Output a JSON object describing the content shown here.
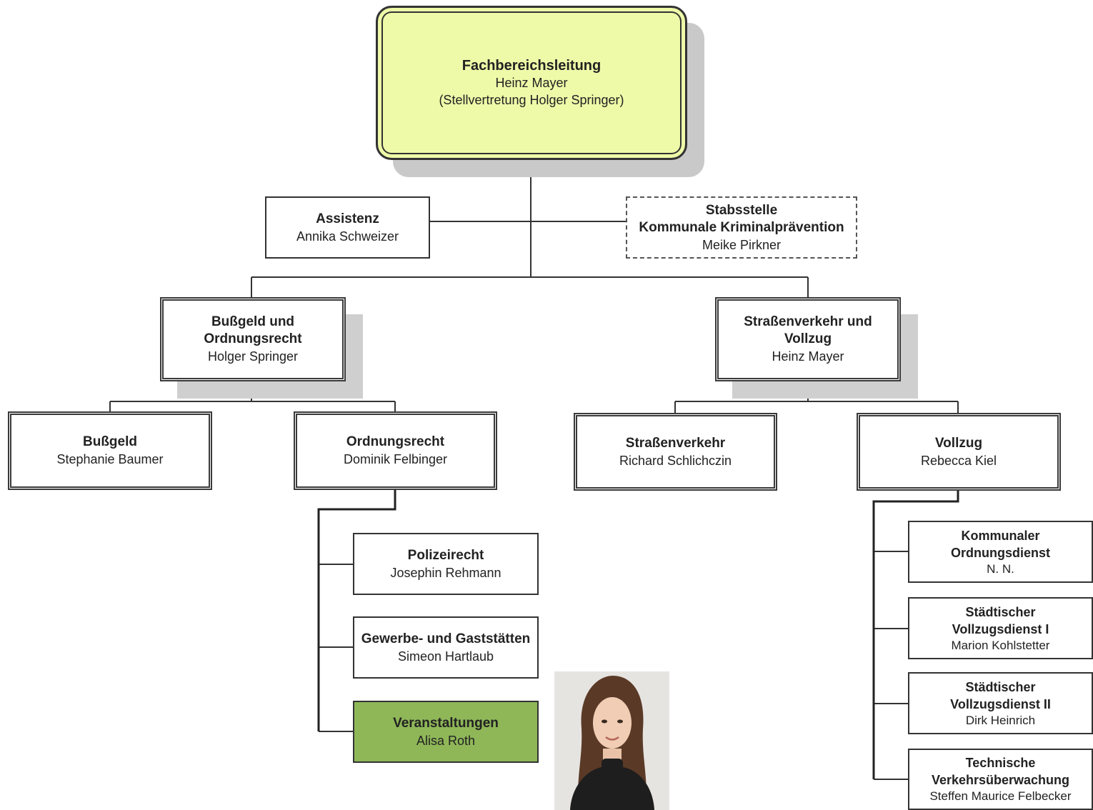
{
  "root": {
    "title": "Fachbereichsleitung",
    "person": "Heinz Mayer",
    "deputy": "(Stellvertretung Holger Springer)"
  },
  "assistenz": {
    "title": "Assistenz",
    "person": "Annika Schweizer"
  },
  "stabsstelle": {
    "title": "Stabsstelle\nKommunale Kriminalprävention",
    "person": "Meike Pirkner"
  },
  "division_left": {
    "title": "Bußgeld und\nOrdnungsrecht",
    "person": "Holger Springer"
  },
  "division_right": {
    "title": "Straßenverkehr und\nVollzug",
    "person": "Heinz Mayer"
  },
  "units": {
    "bussgeld": {
      "title": "Bußgeld",
      "person": "Stephanie Baumer"
    },
    "ordnungsrecht": {
      "title": "Ordnungsrecht",
      "person": "Dominik Felbinger"
    },
    "strassenverkehr": {
      "title": "Straßenverkehr",
      "person": "Richard Schlichczin"
    },
    "vollzug": {
      "title": "Vollzug",
      "person": "Rebecca Kiel"
    }
  },
  "ordnungsrecht_sub": [
    {
      "title": "Polizeirecht",
      "person": "Josephin Rehmann"
    },
    {
      "title": "Gewerbe- und Gaststätten",
      "person": "Simeon Hartlaub"
    },
    {
      "title": "Veranstaltungen",
      "person": "Alisa Roth"
    }
  ],
  "vollzug_sub": [
    {
      "title": "Kommunaler\nOrdnungsdienst",
      "person": "N. N."
    },
    {
      "title": "Städtischer\nVollzugsdienst I",
      "person": "Marion Kohlstetter"
    },
    {
      "title": "Städtischer\nVollzugsdienst II",
      "person": "Dirk Heinrich"
    },
    {
      "title": "Technische\nVerkehrsüberwachung",
      "person": "Steffen Maurice Felbecker"
    }
  ],
  "colors": {
    "root_fill": "#eefaa8",
    "highlight_fill": "#8fb758",
    "shadow": "#cfcfcf",
    "line": "#333333"
  }
}
